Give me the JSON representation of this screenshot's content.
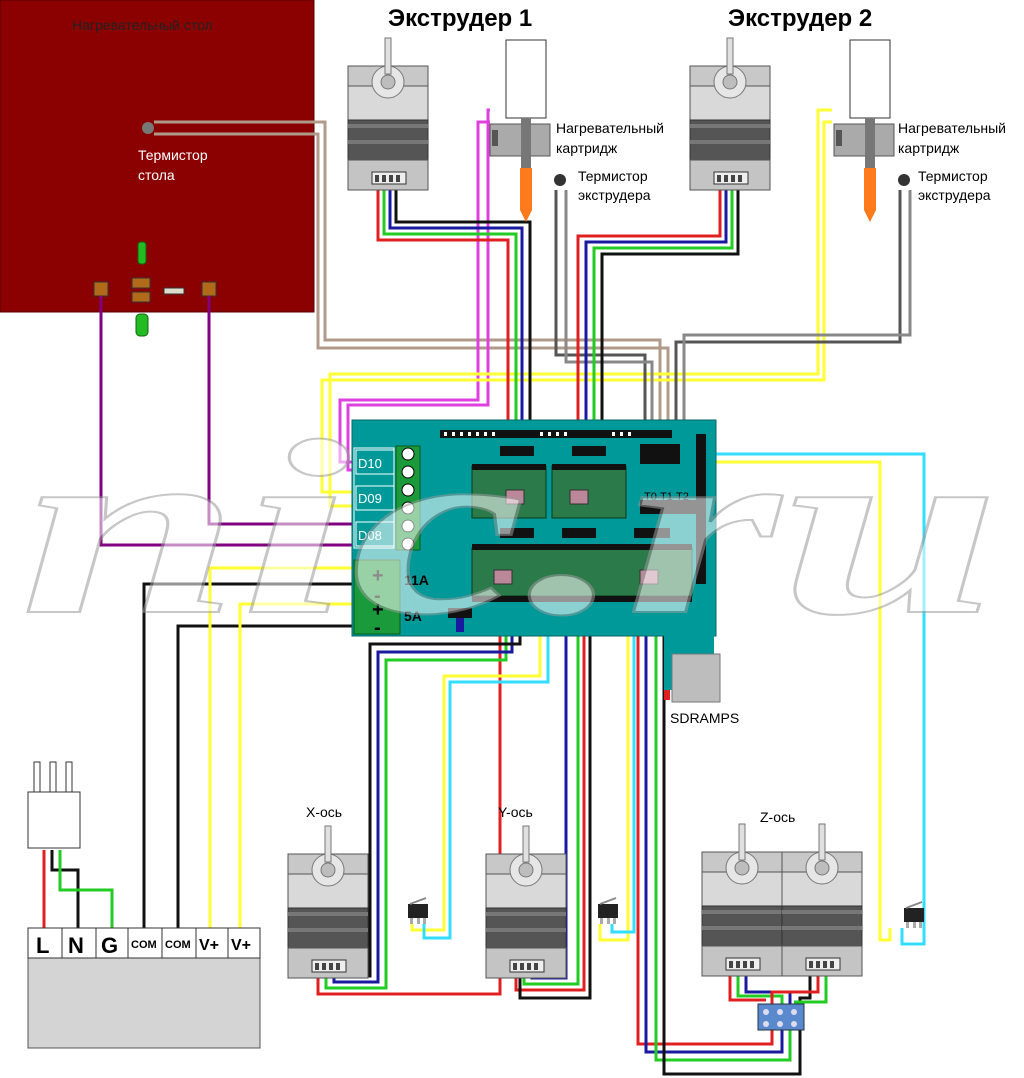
{
  "texts": {
    "bed": "Нагревательный стол",
    "bed_thermistor_1": "Термистор",
    "bed_thermistor_2": "стола",
    "extruder1": "Экструдер 1",
    "extruder2": "Экструдер 2",
    "cartridge1_1": "Нагревательный",
    "cartridge1_2": "картридж",
    "cartridge2_1": "Нагревательный",
    "cartridge2_2": "картридж",
    "ext_therm1_1": "Термистор",
    "ext_therm1_2": "экструдера",
    "ext_therm2_1": "Термистор",
    "ext_therm2_2": "экструдера",
    "d10": "D10",
    "d09": "D09",
    "d08": "D08",
    "a11": "11A",
    "a5": "5A",
    "t0": "T0",
    "t1": "T1",
    "t2": "T2",
    "sdramps": "SDRAMPS",
    "x_axis": "X-ось",
    "y_axis": "Y-ось",
    "z_axis": "Z-ось",
    "psu_l": "L",
    "psu_n": "N",
    "psu_g": "G",
    "psu_com1": "COM",
    "psu_com2": "COM",
    "psu_v1": "V+",
    "psu_v2": "V+",
    "watermark": "nic.ru"
  },
  "colors": {
    "bed": "#8b0000",
    "board": "#009999",
    "wire_red": "#e02020",
    "wire_green": "#22cc22",
    "wire_blue": "#1a1aa0",
    "wire_black": "#111111",
    "wire_yellow": "#ffff33",
    "wire_cyan": "#33ddff",
    "wire_magenta": "#e040e0",
    "wire_purple": "#800080",
    "wire_tan": "#b09a8a",
    "nozzle": "#ff7a1a"
  }
}
